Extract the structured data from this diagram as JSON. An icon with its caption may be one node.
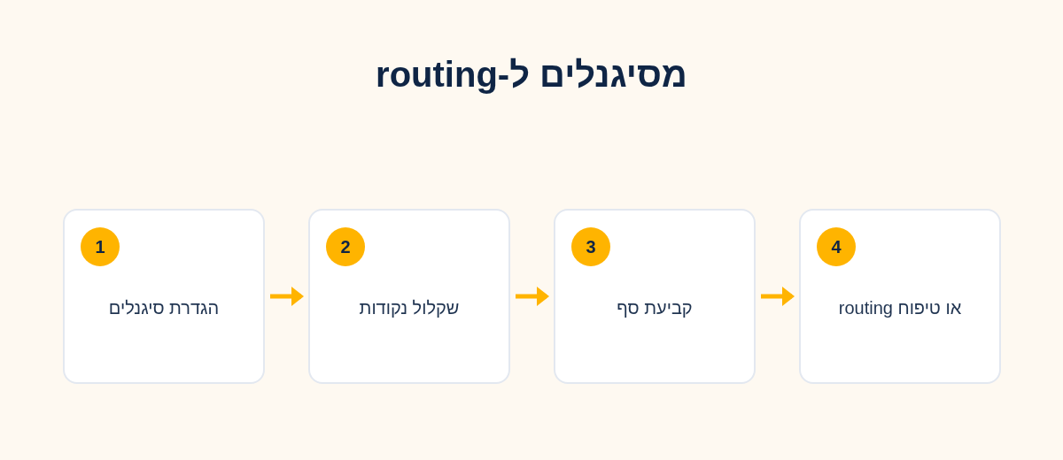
{
  "diagram": {
    "title": "מסיגנלים ל-routing",
    "nodes": [
      {
        "text": [
          "הגדרת סיגנלים"
        ]
      },
      {
        "text": [
          "1"
        ],
        "in": 0
      },
      {
        "text": [
          "שקלול נקודות"
        ]
      },
      {
        "text": [
          "2"
        ],
        "in": 2
      },
      {
        "text": [
          "קביעת סף"
        ]
      },
      {
        "text": [
          "3"
        ],
        "in": 4
      },
      {
        "text": [
          "או טיפוח routing"
        ]
      },
      {
        "text": [
          "4"
        ],
        "in": 6
      }
    ],
    "edges": [
      {
        "from": 0,
        "to": 2,
        "arrow": "to"
      },
      {
        "from": 2,
        "to": 4,
        "arrow": "to"
      },
      {
        "from": 4,
        "to": 6,
        "arrow": "to"
      }
    ]
  }
}
